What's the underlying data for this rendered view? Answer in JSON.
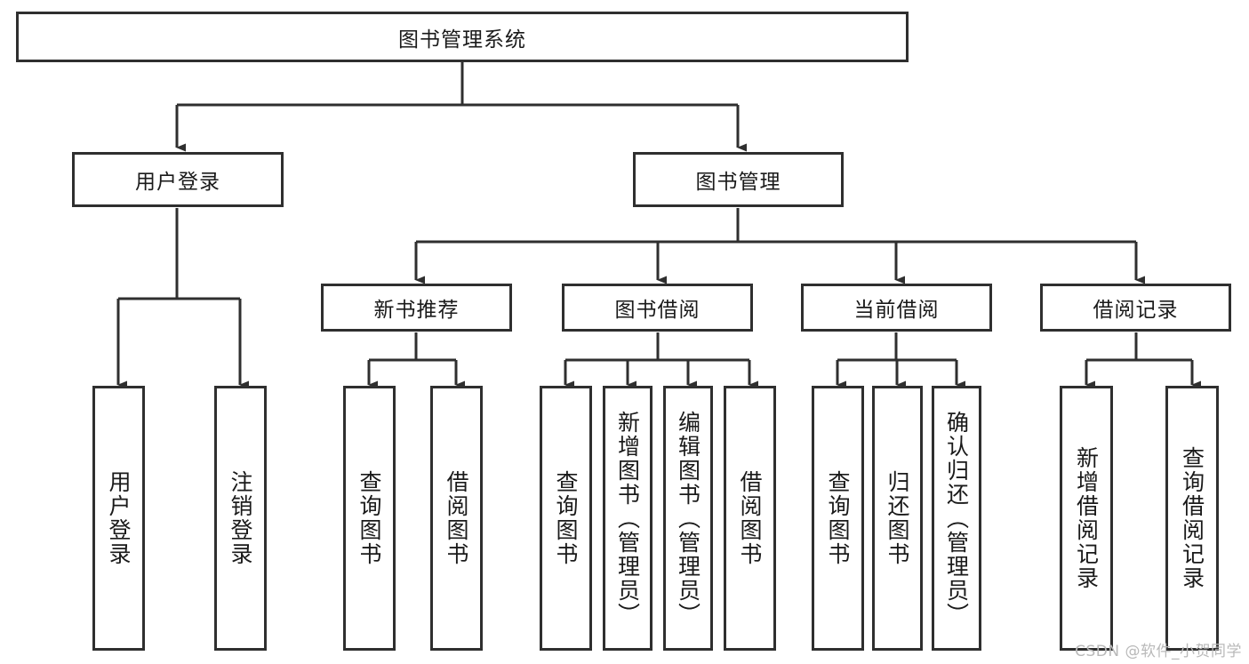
{
  "diagram": {
    "title": "图书管理系统",
    "watermark": "CSDN @软件_小贺同学",
    "colors": {
      "stroke": "#2f2f2f",
      "fill": "#ffffff",
      "text": "#1a1a1a",
      "watermark": "#b9b9b9"
    },
    "levels": {
      "root": {
        "label": "图书管理系统"
      },
      "level2": [
        {
          "label": "用户登录"
        },
        {
          "label": "图书管理"
        }
      ],
      "level3": [
        {
          "label": "新书推荐"
        },
        {
          "label": "图书借阅"
        },
        {
          "label": "当前借阅"
        },
        {
          "label": "借阅记录"
        }
      ],
      "leaves": {
        "user_login": [
          {
            "label": "用户登录"
          },
          {
            "label": "注销登录"
          }
        ],
        "new_book_recommend": [
          {
            "label": "查询图书"
          },
          {
            "label": "借阅图书"
          }
        ],
        "book_borrow": [
          {
            "label": "查询图书"
          },
          {
            "label": "新增图书（管理员）"
          },
          {
            "label": "编辑图书（管理员）"
          },
          {
            "label": "借阅图书"
          }
        ],
        "current_borrow": [
          {
            "label": "查询图书"
          },
          {
            "label": "归还图书"
          },
          {
            "label": "确认归还（管理员）"
          }
        ],
        "borrow_record": [
          {
            "label": "新增借阅记录"
          },
          {
            "label": "查询借阅记录"
          }
        ]
      }
    }
  }
}
